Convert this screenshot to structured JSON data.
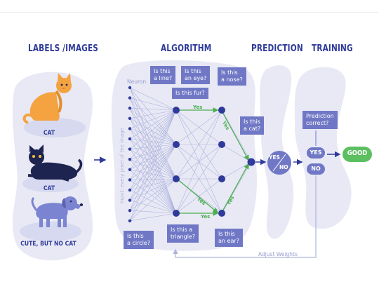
{
  "headings": {
    "labels_images": "LABELS /IMAGES",
    "algorithm": "ALGORITHM",
    "prediction": "PREDICTION",
    "training": "TRAINING"
  },
  "animals": {
    "cat1": "CAT",
    "cat2": "CAT",
    "dog": "CUTE, BUT NO CAT"
  },
  "network": {
    "neuron_label": "Neuron",
    "input_label": "Input: every pixel of the image",
    "yes": "Yes"
  },
  "questions": {
    "line": "Is this\na line?",
    "eye": "Is this\nan eye?",
    "nose": "Is this\na nose?",
    "fur": "Is this fur?",
    "cat": "Is this\na cat?",
    "circle": "Is this\na circle?",
    "triangle": "Is this a\ntriangle?",
    "ear": "Is this\nan ear?"
  },
  "prediction": {
    "yes": "YES",
    "no": "NO"
  },
  "training": {
    "prediction_correct": "Prediction\ncorrect?",
    "yes": "YES",
    "no": "NO",
    "good": "GOOD",
    "adjust_weights": "Adjust Weights"
  },
  "colors": {
    "blob": "#e8e9f5",
    "dark_blue": "#2f3a9a",
    "box": "#7078c6",
    "green": "#4caf50",
    "good": "#5cbf60",
    "orange_cat": "#f4a340",
    "black_cat": "#1e2450",
    "grey_dog": "#7b84d0"
  }
}
